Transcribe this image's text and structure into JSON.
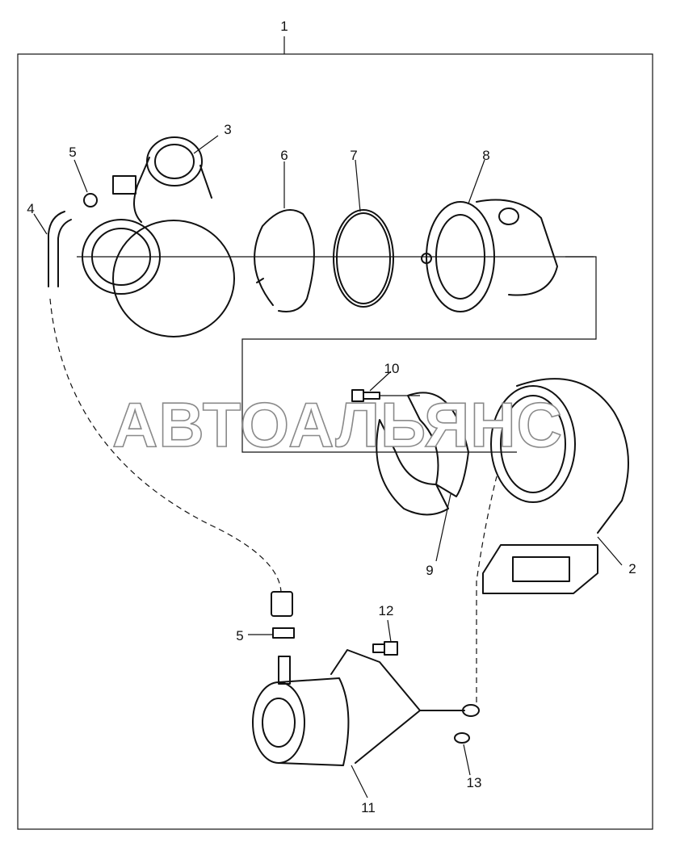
{
  "diagram": {
    "callouts": [
      {
        "id": "c1",
        "label": "1"
      },
      {
        "id": "c2",
        "label": "2"
      },
      {
        "id": "c3",
        "label": "3"
      },
      {
        "id": "c4",
        "label": "4"
      },
      {
        "id": "c5a",
        "label": "5"
      },
      {
        "id": "c5b",
        "label": "5"
      },
      {
        "id": "c6",
        "label": "6"
      },
      {
        "id": "c7",
        "label": "7"
      },
      {
        "id": "c8",
        "label": "8"
      },
      {
        "id": "c9",
        "label": "9"
      },
      {
        "id": "c10",
        "label": "10"
      },
      {
        "id": "c11",
        "label": "11"
      },
      {
        "id": "c12",
        "label": "12"
      },
      {
        "id": "c13",
        "label": "13"
      }
    ],
    "watermark": "АВТОАЛЬЯНС"
  }
}
